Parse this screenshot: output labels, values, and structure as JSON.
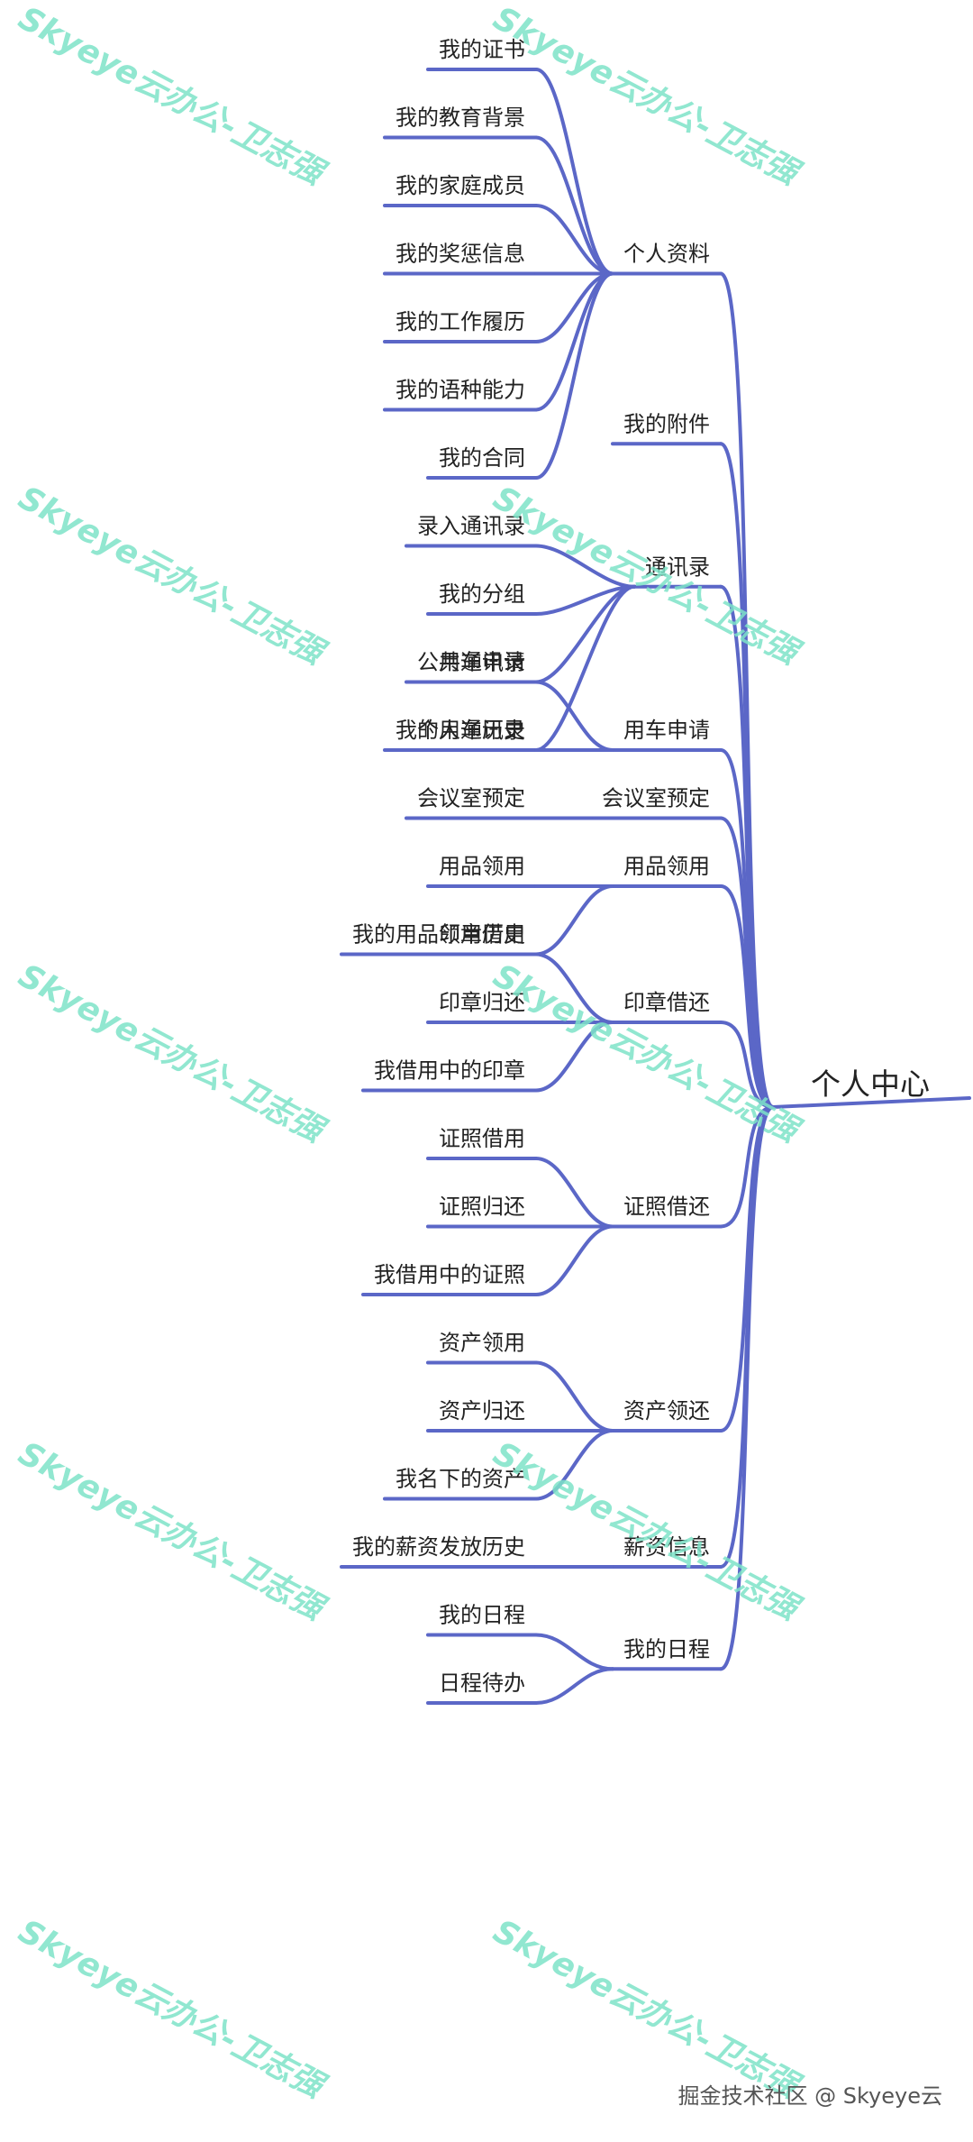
{
  "colors": {
    "line": "#5b67c7",
    "text": "#222222",
    "watermark": "#7ee3c8",
    "credit": "#555555"
  },
  "mindmap": {
    "root": "个人中心",
    "categories": [
      {
        "label": "个人资料",
        "children": [
          "我的证书",
          "我的教育背景",
          "我的家庭成员",
          "我的奖惩信息",
          "我的工作履历",
          "我的语种能力",
          "我的合同"
        ]
      },
      {
        "label": "我的附件",
        "children": []
      },
      {
        "label": "通讯录",
        "children": [
          "录入通讯录",
          "我的分组",
          "公共通讯录",
          "个人通讯录"
        ]
      },
      {
        "label": "用车申请",
        "children": [
          "用车申请",
          "我的用车历史"
        ]
      },
      {
        "label": "会议室预定",
        "children": [
          "会议室预定"
        ]
      },
      {
        "label": "用品领用",
        "children": [
          "用品领用",
          "我的用品领用历史"
        ]
      },
      {
        "label": "印章借还",
        "children": [
          "印章借用",
          "印章归还",
          "我借用中的印章"
        ]
      },
      {
        "label": "证照借还",
        "children": [
          "证照借用",
          "证照归还",
          "我借用中的证照"
        ]
      },
      {
        "label": "资产领还",
        "children": [
          "资产领用",
          "资产归还",
          "我名下的资产"
        ]
      },
      {
        "label": "薪资信息",
        "children": [
          "我的薪资发放历史"
        ]
      },
      {
        "label": "我的日程",
        "children": [
          "我的日程",
          "日程待办"
        ]
      }
    ]
  },
  "watermark": {
    "text": "Skyeye云办公-卫志强"
  },
  "footer": {
    "credit": "掘金技术社区 @ Skyeye云"
  }
}
